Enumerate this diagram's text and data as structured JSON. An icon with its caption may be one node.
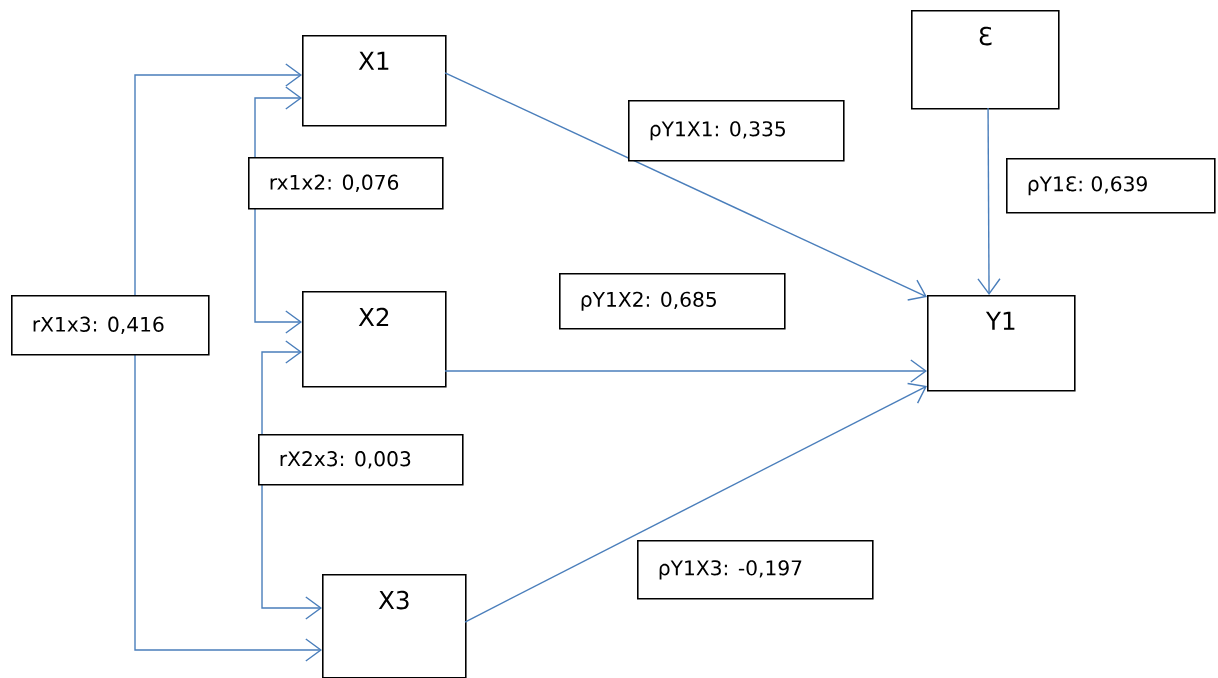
{
  "diagram": {
    "nodes": [
      {
        "text": [
          "X1"
        ]
      },
      {
        "text": [
          "X2"
        ]
      },
      {
        "text": [
          "X3"
        ]
      },
      {
        "text": [
          "Y1"
        ]
      },
      {
        "text": [
          "Ɛ"
        ]
      }
    ],
    "edges": [
      {
        "from": 0,
        "to": 2,
        "arrow": "both",
        "label": "rX1x3: 0,416"
      },
      {
        "from": 0,
        "to": 1,
        "arrow": "both",
        "label": "rx1x2: 0,076"
      },
      {
        "from": 1,
        "to": 2,
        "arrow": "both",
        "label": "rX2x3: 0,003"
      },
      {
        "from": 0,
        "to": 3,
        "arrow": "to",
        "label": "ρY1X1: 0,335"
      },
      {
        "from": 1,
        "to": 3,
        "arrow": "to",
        "label": "ρY1X2: 0,685"
      },
      {
        "from": 2,
        "to": 3,
        "arrow": "to",
        "label": "ρY1X3: -0,197"
      },
      {
        "from": 4,
        "to": 3,
        "arrow": "to",
        "label": "ρY1Ɛ: 0,639"
      }
    ]
  }
}
